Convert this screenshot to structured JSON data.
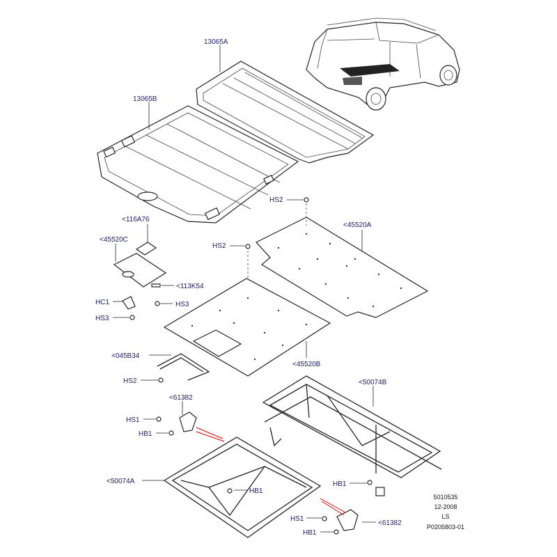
{
  "diagram": {
    "background": "#ffffff",
    "label_color": "#1a1a66",
    "pointer_color": "#e00000",
    "labels": {
      "p13065A": "13065A",
      "p13065B": "13065B",
      "hs2_top": "HS2",
      "p45520A": "<45520A",
      "p116A76": "<116A76",
      "p45520C": "<45520C",
      "hs2_mid": "HS2",
      "p113K54": "<113K54",
      "hc1": "HC1",
      "hs3_right": "HS3",
      "hs3_left": "HS3",
      "p045B34": "<045B34",
      "p45520B": "<45520B",
      "hs2_low": "HS2",
      "p50074B": "<50074B",
      "p61382_top": "<61382",
      "hs1_top": "HS1",
      "hb1_top": "HB1",
      "p50074A": "<50074A",
      "hb1_center": "HB1",
      "hb1_right": "HB1",
      "hs1_bottom": "HS1",
      "p61382_bottom": "<61382",
      "hb1_bottom": "HB1"
    },
    "reference": {
      "number": "5010535",
      "date": "12-2008",
      "code": "LS",
      "plate": "P0205803-01"
    }
  }
}
